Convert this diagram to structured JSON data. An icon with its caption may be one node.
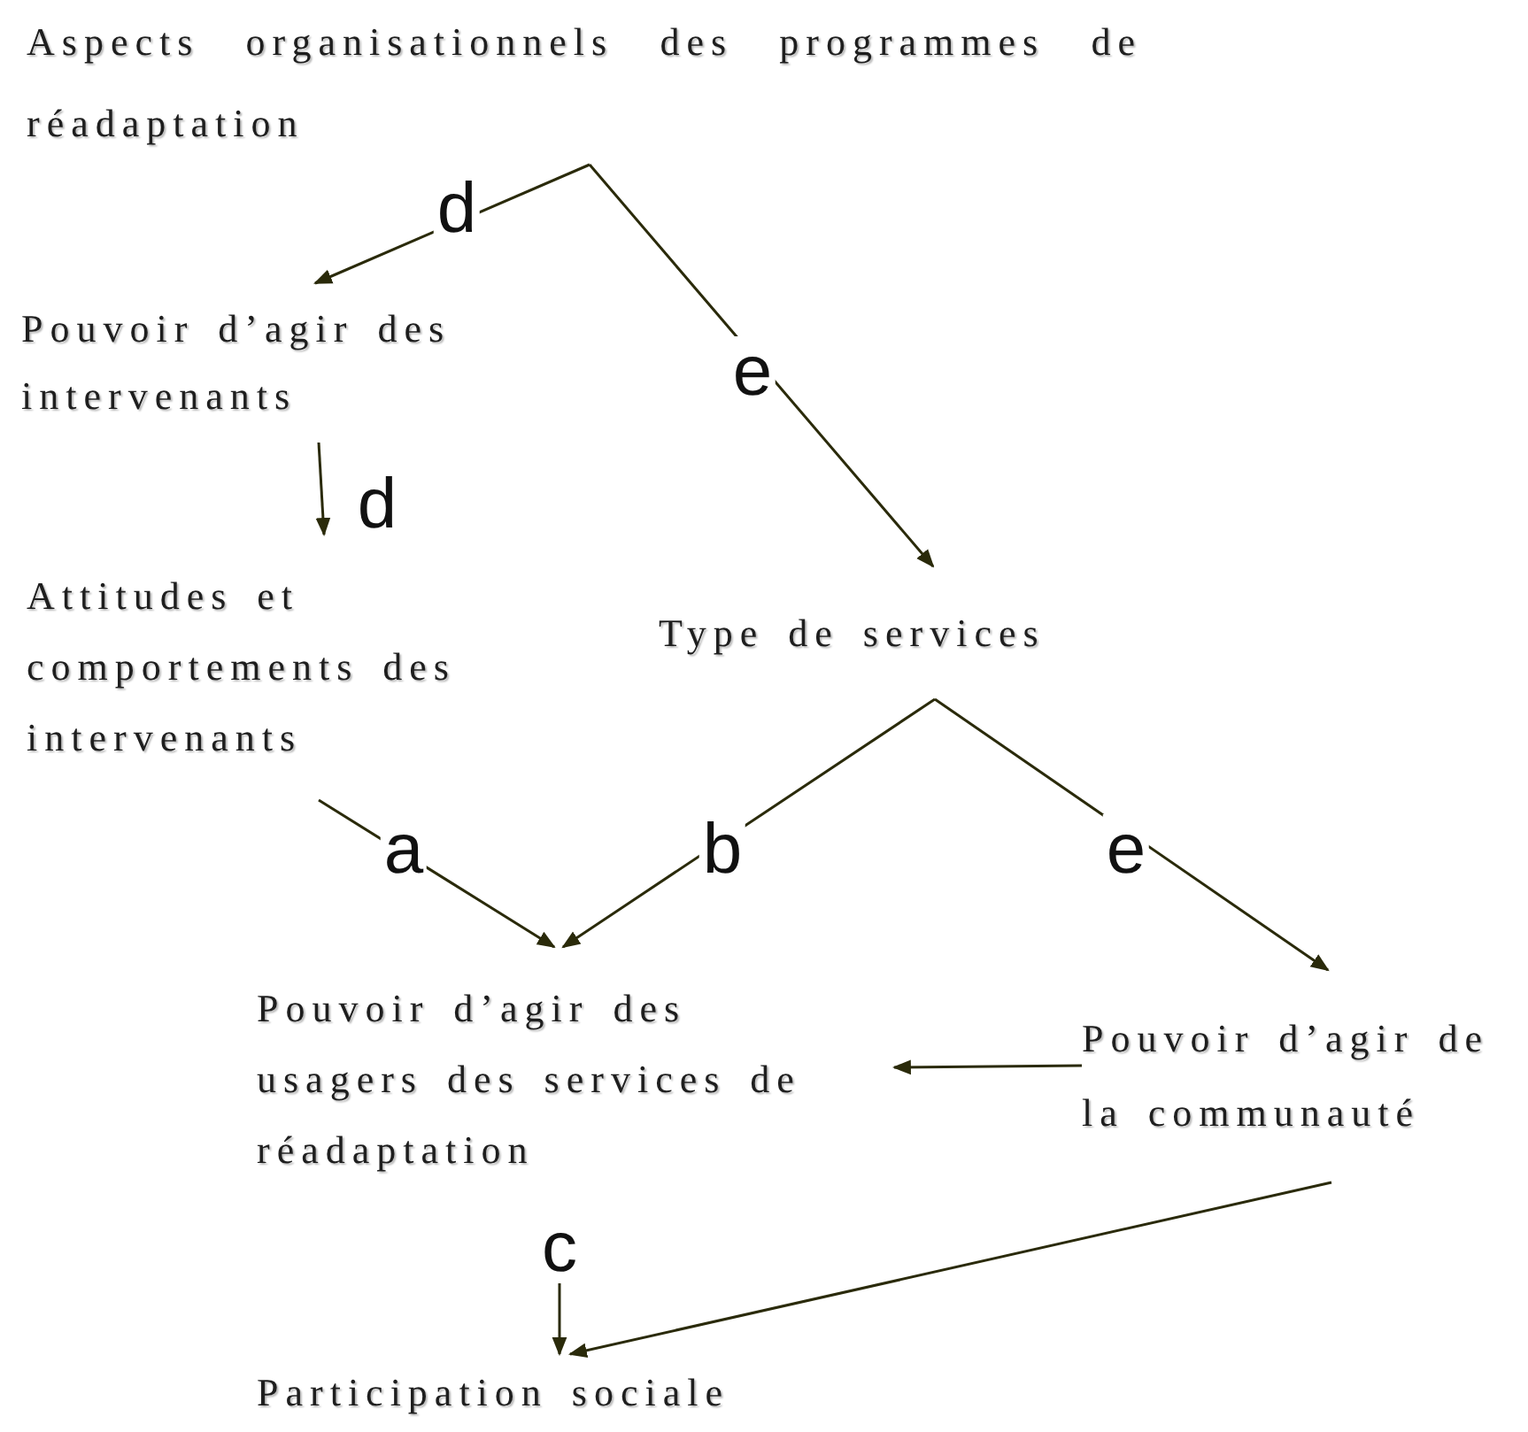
{
  "diagram": {
    "nodes": [
      {
        "text": [
          "Aspects organisationnels des programmes de réadaptation"
        ]
      },
      {
        "text": [
          "Pouvoir d’agir des intervenants"
        ]
      },
      {
        "text": [
          "Attitudes et comportements des intervenants"
        ]
      },
      {
        "text": [
          "Type de services"
        ]
      },
      {
        "text": [
          "Pouvoir d’agir des usagers des services de réadaptation"
        ]
      },
      {
        "text": [
          "Pouvoir d’agir de la communauté"
        ]
      },
      {
        "text": [
          "Participation sociale"
        ]
      }
    ],
    "edges": [
      {
        "from": 0,
        "to": 1,
        "arrow": "to",
        "label": "d"
      },
      {
        "from": 0,
        "to": 3,
        "arrow": "to",
        "label": "e"
      },
      {
        "from": 1,
        "to": 2,
        "arrow": "to",
        "label": "d"
      },
      {
        "from": 2,
        "to": 4,
        "arrow": "to",
        "label": "a"
      },
      {
        "from": 3,
        "to": 4,
        "arrow": "to",
        "label": "b"
      },
      {
        "from": 3,
        "to": 5,
        "arrow": "to",
        "label": "e"
      },
      {
        "from": 5,
        "to": 4,
        "arrow": "to"
      },
      {
        "from": 4,
        "to": 6,
        "arrow": "to",
        "label": "c"
      },
      {
        "from": 5,
        "to": 6,
        "arrow": "to"
      }
    ]
  }
}
